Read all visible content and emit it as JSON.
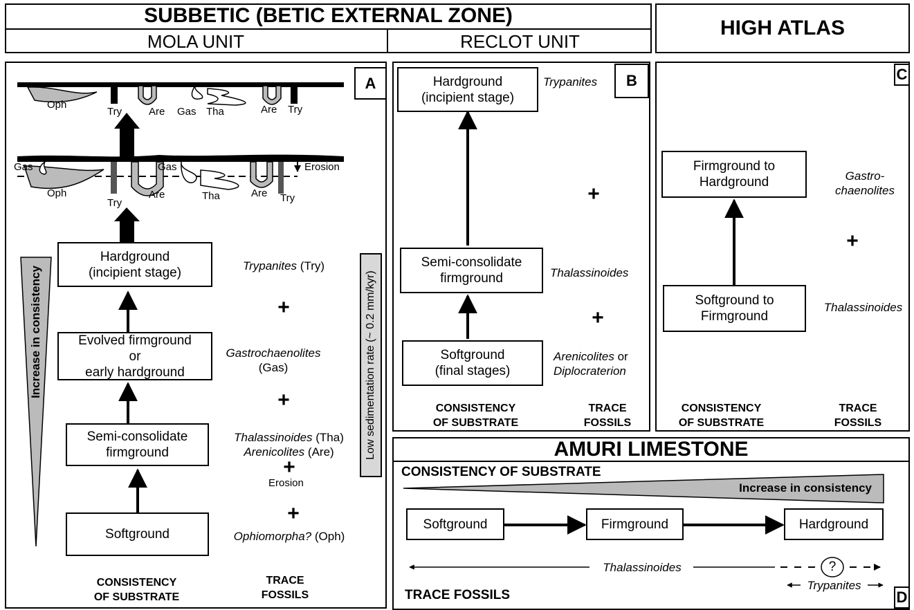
{
  "headers": {
    "subbetic": "SUBBETIC (BETIC EXTERNAL ZONE)",
    "mola": "MOLA UNIT",
    "reclot": "RECLOT UNIT",
    "high_atlas": "HIGH ATLAS",
    "amuri": "AMURI LIMESTONE"
  },
  "panel_a": {
    "label": "A",
    "gradient_label": "Increase in consistency",
    "sed_rate_label": "Low sedimentation rate (~ 0.2 mm/kyr)",
    "boxes": [
      "Hardground\n(incipient stage)",
      "Evolved firmground\nor\nearly hardground",
      "Semi-consolidate\nfirmground",
      "Softground"
    ],
    "traces": {
      "t1_name": "Trypanites",
      "t1_abbr": " (Try)",
      "t2_name": "Gastrochaenolites",
      "t2_abbr": "(Gas)",
      "t3_name": "Thalassinoides",
      "t3_abbr": " (Tha)",
      "t3b_name": "Arenicolites",
      "t3b_abbr": " (Are)",
      "erosion": "Erosion",
      "t4_name": "Ophiomorpha?",
      "t4_abbr": " (Oph)"
    },
    "plus": "+",
    "footer_left": "CONSISTENCY\nOF SUBSTRATE",
    "footer_right": "TRACE\nFOSSILS",
    "sketch_top": {
      "oph": "Oph",
      "try1": "Try",
      "are1": "Are",
      "gas": "Gas",
      "tha": "Tha",
      "are2": "Are",
      "try2": "Try"
    },
    "sketch_mid": {
      "gas1": "Gas",
      "gas2": "Gas",
      "erosion": "Erosion",
      "oph": "Oph",
      "try": "Try",
      "are1": "Are",
      "tha": "Tha",
      "are2": "Are",
      "try2": "Try"
    }
  },
  "panel_b": {
    "label": "B",
    "boxes": [
      "Hardground\n(incipient stage)",
      "Semi-consolidate\nfirmground",
      "Softground\n(final stages)"
    ],
    "traces": {
      "t1": "Trypanites",
      "t2": "Thalassinoides",
      "t3a": "Arenicolites",
      "t3a_suffix": " or",
      "t3b": "Diplocraterion"
    },
    "plus": "+",
    "footer_left": "CONSISTENCY\nOF SUBSTRATE",
    "footer_right": "TRACE\nFOSSILS"
  },
  "panel_c": {
    "label": "C",
    "boxes": [
      "Firmground to\nHardground",
      "Softground to\nFirmground"
    ],
    "traces": {
      "t1": "Gastro-\nchaenolites",
      "t2": "Thalassinoides"
    },
    "plus": "+",
    "footer_left": "CONSISTENCY\nOF SUBSTRATE",
    "footer_right": "TRACE\nFOSSILS"
  },
  "panel_d": {
    "label": "D",
    "consistency_title": "CONSISTENCY OF SUBSTRATE",
    "gradient_label": "Increase in consistency",
    "boxes": [
      "Softground",
      "Firmground",
      "Hardground"
    ],
    "thalassinoides": "Thalassinoides",
    "question": "?",
    "trypanites": "Trypanites",
    "trace_title": "TRACE FOSSILS"
  },
  "colors": {
    "gray": "#bbbbbb",
    "dark": "#000000"
  }
}
